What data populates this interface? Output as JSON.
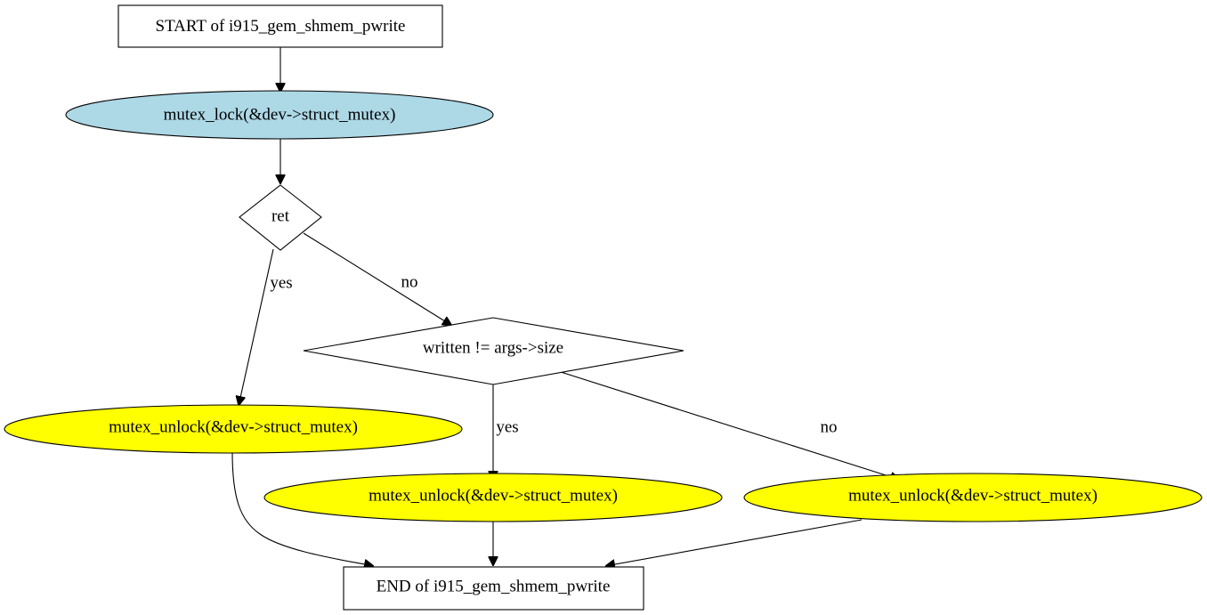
{
  "colors": {
    "lock_fill": "#add8e6",
    "unlock_fill": "#ffff00",
    "box_fill": "#ffffff",
    "stroke": "#000000"
  },
  "nodes": {
    "start": {
      "label": "START of i915_gem_shmem_pwrite"
    },
    "mutex_lock": {
      "label": "mutex_lock(&dev->struct_mutex)"
    },
    "decision_ret": {
      "label": "ret"
    },
    "decision_written": {
      "label": "written != args->size"
    },
    "unlock_1": {
      "label": "mutex_unlock(&dev->struct_mutex)"
    },
    "unlock_2": {
      "label": "mutex_unlock(&dev->struct_mutex)"
    },
    "unlock_3": {
      "label": "mutex_unlock(&dev->struct_mutex)"
    },
    "end": {
      "label": "END of i915_gem_shmem_pwrite"
    }
  },
  "edges": {
    "ret_yes": {
      "label": "yes"
    },
    "ret_no": {
      "label": "no"
    },
    "written_yes": {
      "label": "yes"
    },
    "written_no": {
      "label": "no"
    }
  }
}
